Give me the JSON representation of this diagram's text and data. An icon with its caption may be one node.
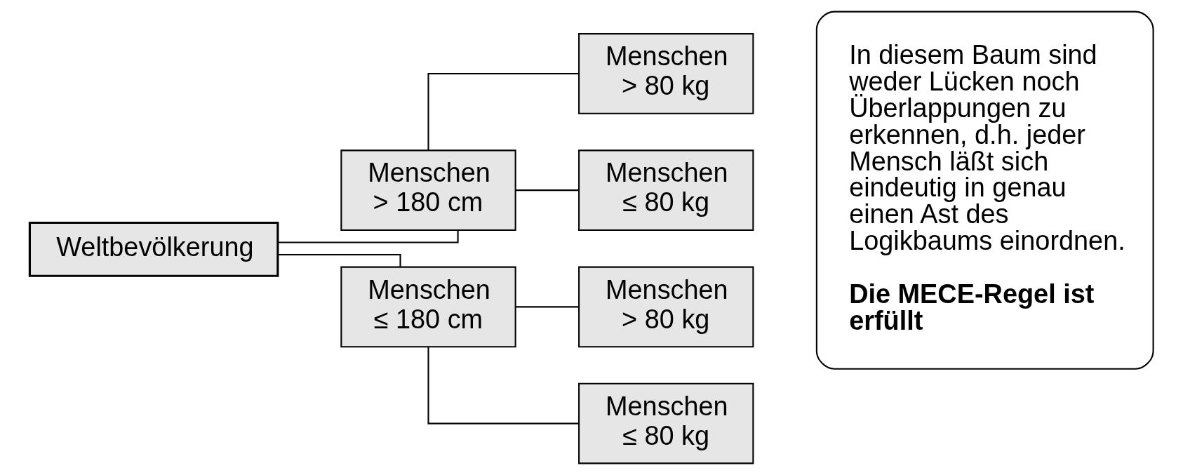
{
  "diagram": {
    "nodes": [
      {
        "text": [
          "Weltbevölkerung"
        ]
      },
      {
        "text": [
          "Menschen > 180 cm"
        ]
      },
      {
        "text": [
          "Menschen > 80 kg"
        ]
      },
      {
        "text": [
          "Menschen ≤ 80 kg"
        ]
      },
      {
        "text": [
          "Menschen ≤ 180 cm"
        ]
      },
      {
        "text": [
          "Menschen > 80 kg"
        ]
      },
      {
        "text": [
          "Menschen ≤ 80 kg"
        ]
      },
      {
        "text": [
          "In diesem Baum sind weder Lücken noch Überlappungen zu erkennen, d.h. jeder Mensch läßt sich eindeutig in genau einen Ast des Logikbaums einordnen.",
          "Die MECE-Regel ist erfüllt"
        ]
      }
    ],
    "edges": [
      {
        "from": 0,
        "to": 1,
        "arrow": "none"
      },
      {
        "from": 0,
        "to": 4,
        "arrow": "none"
      },
      {
        "from": 1,
        "to": 2,
        "arrow": "none"
      },
      {
        "from": 1,
        "to": 3,
        "arrow": "none"
      },
      {
        "from": 4,
        "to": 5,
        "arrow": "none"
      },
      {
        "from": 4,
        "to": 6,
        "arrow": "none"
      }
    ]
  }
}
